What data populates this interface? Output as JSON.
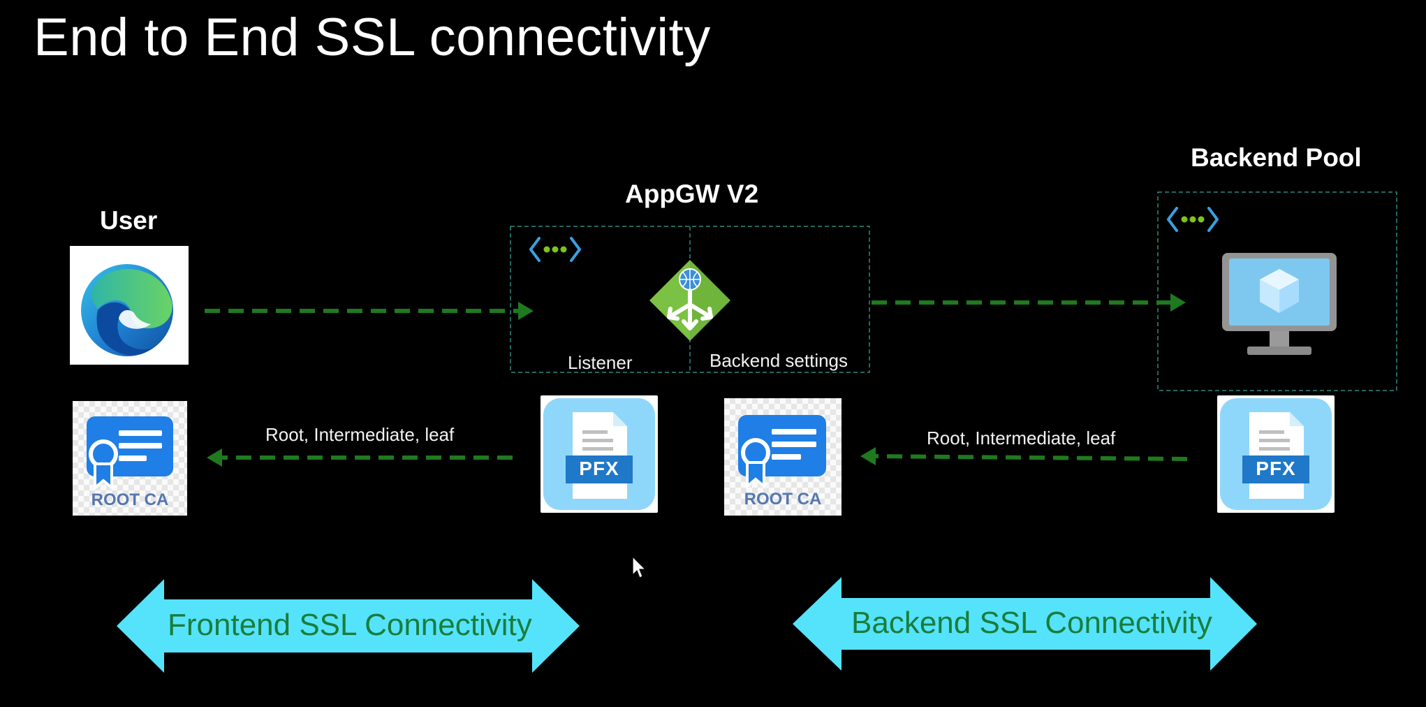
{
  "title": "End to End SSL connectivity",
  "nodes": {
    "user": {
      "label": "User",
      "icon": "edge-browser-icon"
    },
    "appgw": {
      "label": "AppGW V2",
      "icon": "application-gateway-icon",
      "listener_label": "Listener",
      "backend_settings_label": "Backend settings"
    },
    "backend_pool": {
      "label": "Backend Pool",
      "icon": "virtual-machine-icon"
    }
  },
  "certificates": {
    "user_root_ca": {
      "text": "ROOT CA",
      "icon": "root-ca-certificate-icon"
    },
    "appgw_pfx": {
      "text": "PFX",
      "icon": "pfx-file-icon"
    },
    "appgw_root_ca": {
      "text": "ROOT CA",
      "icon": "root-ca-certificate-icon"
    },
    "backend_pfx": {
      "text": "PFX",
      "icon": "pfx-file-icon"
    }
  },
  "arrows": {
    "frontend_chain_label": "Root, Intermediate, leaf",
    "backend_chain_label": "Root, Intermediate, leaf"
  },
  "bands": {
    "frontend": "Frontend SSL Connectivity",
    "backend": "Backend SSL Connectivity"
  },
  "colors": {
    "background": "#000000",
    "dashed_arrow": "#1f7a1f",
    "band_fill": "#55e3fc",
    "band_text": "#1a7d3a",
    "vnet_icon_bracket": "#3aa0e0",
    "vnet_icon_dots": "#7fc31c",
    "appgw_diamond": "#7bc143"
  }
}
